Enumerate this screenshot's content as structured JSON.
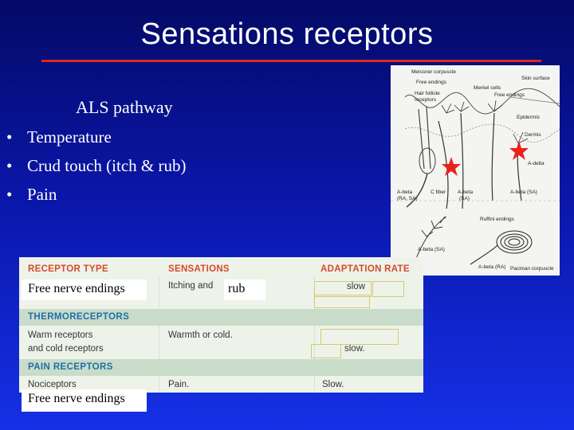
{
  "slide": {
    "title": "Sensations receptors",
    "accent_color": "#e0261c",
    "heading": "ALS pathway",
    "bullets": [
      "Temperature",
      "Crud touch (itch & rub)",
      "Pain"
    ],
    "bullet_glyph": "•"
  },
  "figure": {
    "labels": {
      "meissner": "Meissner corpuscle",
      "free_endings": "Free endings",
      "hair_follicle": "Hair follicle",
      "receptors": "receptors",
      "skin_surface": "Skin surface",
      "merkel": "Merkel cells",
      "free_endings_2": "Free endings",
      "epidermis": "Epidermis",
      "dermis": "Dermis",
      "a_delta": "A-delta",
      "a_beta_left": "A-beta",
      "a_beta_left_sub": "(RA, SA)",
      "c_fiber": "C fiber",
      "a_beta_mid": "A-beta",
      "a_beta_mid_sub": "(SA)",
      "a_beta_right": "A-beta (SA)",
      "ruffini": "Ruffini endings",
      "a_beta_low": "A-beta (SA)",
      "a_beta_ra": "A-beta (RA)",
      "pacinian": "Pacinian corpuscle"
    },
    "marker_color": "#e8231c"
  },
  "table": {
    "headers": [
      "RECEPTOR TYPE",
      "SENSATIONS",
      "ADAPTATION RATE"
    ],
    "header_color": "#d64a2a",
    "band_color": "#1f6fa8",
    "row1": {
      "type": "Free nerve endings",
      "sensation_a": "Itching and",
      "sensation_b": "rub",
      "rate": "slow"
    },
    "band1": "THERMORECEPTORS",
    "row2": {
      "type_line1": "Warm receptors",
      "type_line2": "and cold receptors",
      "sensation": "Warmth or cold.",
      "rate": "slow."
    },
    "band2": "PAIN RECEPTORS",
    "row3": {
      "type": "Nociceptors",
      "sensation": "Pain.",
      "rate": "Slow."
    },
    "overlay_bottom": "Free nerve endings"
  }
}
